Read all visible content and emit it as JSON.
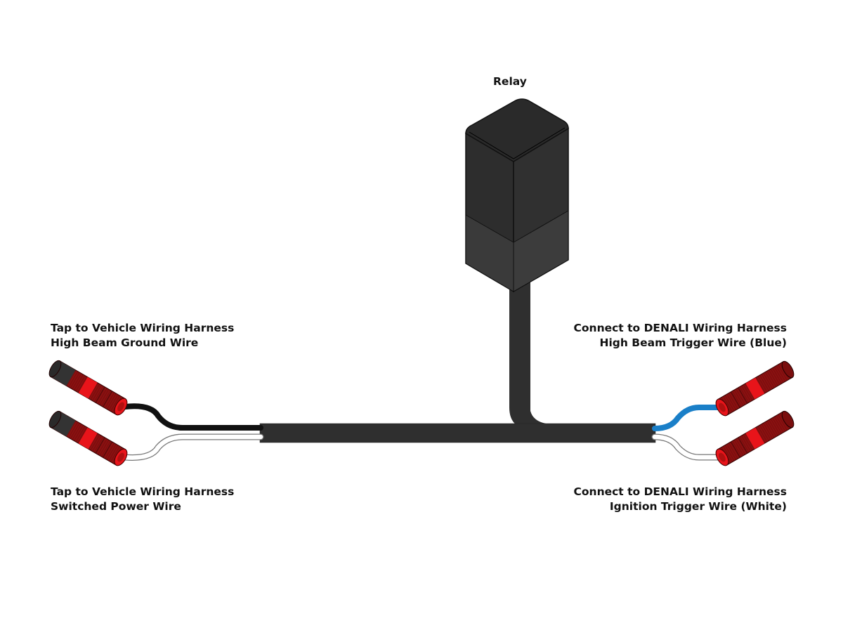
{
  "diagram": {
    "title": "",
    "relay": {
      "label": "Relay"
    },
    "labels": {
      "top_left": {
        "line1": "Tap to Vehicle Wiring Harness",
        "line2": "High Beam Ground Wire"
      },
      "bottom_left": {
        "line1": "Tap to Vehicle Wiring Harness",
        "line2": "Switched Power Wire"
      },
      "top_right": {
        "line1": "Connect to DENALI Wiring Harness",
        "line2": "High Beam Trigger Wire (Blue)"
      },
      "bottom_right": {
        "line1": "Connect to DENALI Wiring Harness",
        "line2": "Ignition Trigger Wire (White)"
      }
    },
    "wires": [
      {
        "id": "ground",
        "side": "left",
        "color_name": "Black",
        "color": "#111111"
      },
      {
        "id": "switched-power",
        "side": "left",
        "color_name": "White",
        "color": "#ffffff"
      },
      {
        "id": "high-beam-trigger",
        "side": "right",
        "color_name": "Blue",
        "color": "#1a7fc8"
      },
      {
        "id": "ignition-trigger",
        "side": "right",
        "color_name": "White",
        "color": "#ffffff"
      }
    ],
    "colors": {
      "cable": "#2f2f2f",
      "relay_top": "#2b2b2b",
      "relay_bottom": "#363636",
      "connector_red": "#8a1010",
      "connector_band": "#e8141a",
      "connector_cap": "#333333"
    }
  }
}
